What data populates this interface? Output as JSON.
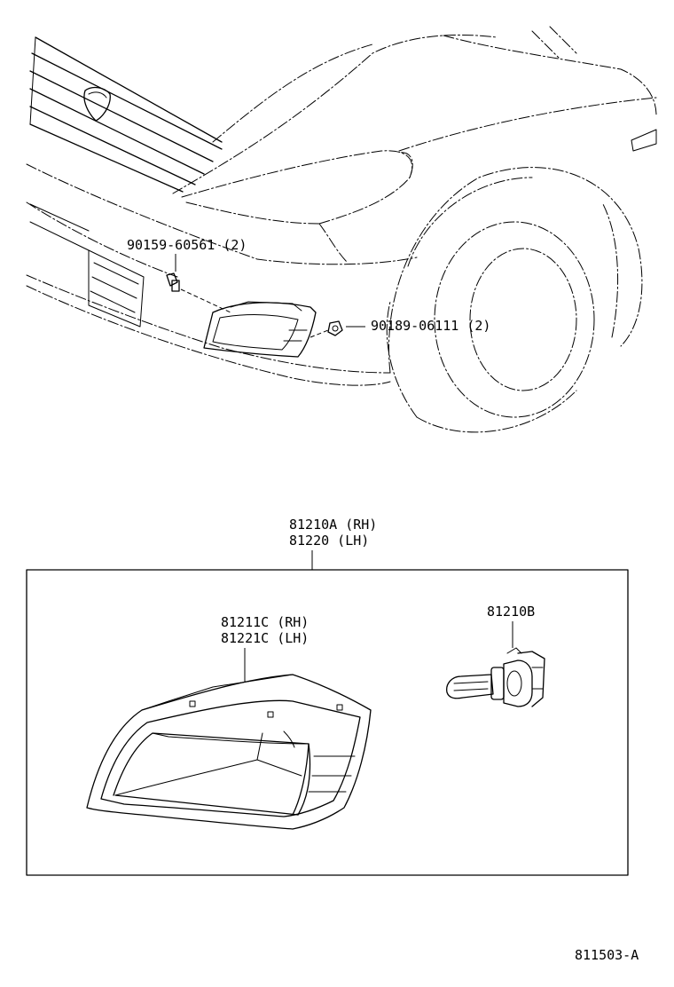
{
  "labels": {
    "bolt": "90159-60561 (2)",
    "nut": "90189-06111 (2)",
    "assembly_rh": "81210A (RH)",
    "assembly_lh": "81220 (LH)",
    "lens_rh": "81211C (RH)",
    "lens_lh": "81221C (LH)",
    "bulb": "81210B",
    "figure_code": "811503-A"
  },
  "icons": [
    "car-front-outline-icon",
    "bolt-icon",
    "nut-icon",
    "lamp-lens-icon",
    "bulb-icon"
  ]
}
